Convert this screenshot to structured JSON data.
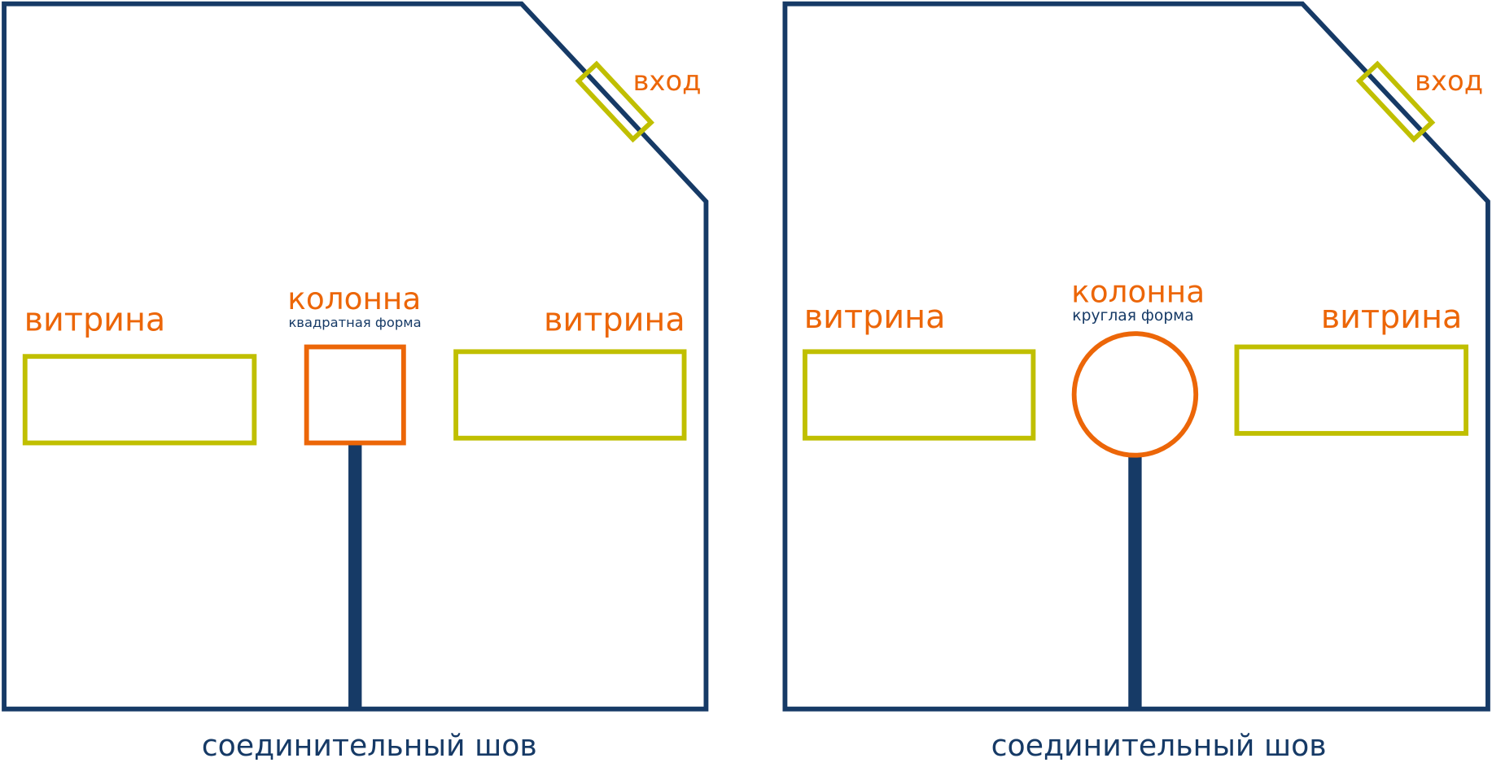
{
  "colors": {
    "wall": "#163a66",
    "accent": "#ec6608",
    "showcase": "#c0bf00"
  },
  "plans": [
    {
      "entrance": "вход",
      "showcase_left": "витрина",
      "showcase_right": "витрина",
      "column_title": "колонна",
      "column_shape": "квадратная форма",
      "seam": "соединительный шов"
    },
    {
      "entrance": "вход",
      "showcase_left": "витрина",
      "showcase_right": "витрина",
      "column_title": "колонна",
      "column_shape": "круглая форма",
      "seam": "соединительный шов"
    }
  ]
}
